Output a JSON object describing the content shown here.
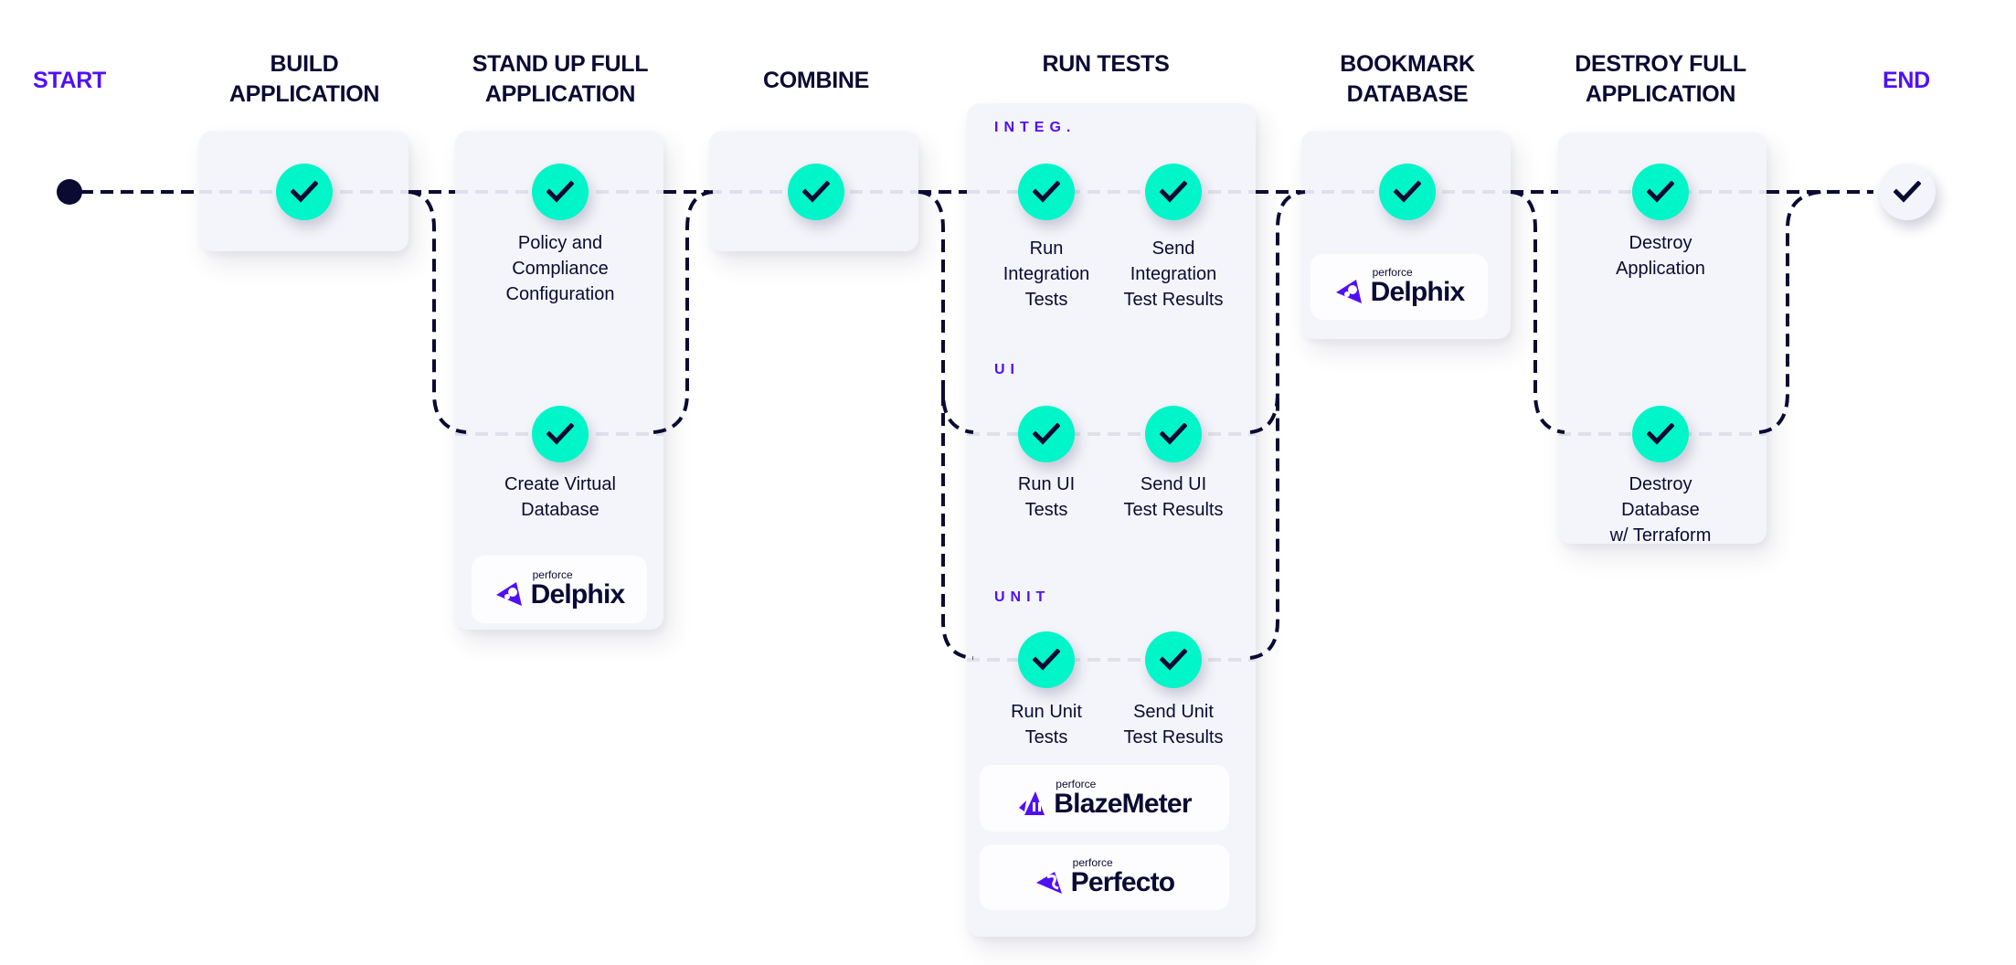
{
  "colors": {
    "accent": "#5010f5",
    "ink": "#0b0a33",
    "success": "#00f5c8",
    "card": "#f4f5fa",
    "rail_light": "#dfe0ea"
  },
  "terminals": {
    "start": "START",
    "end": "END"
  },
  "stages": [
    {
      "id": "build",
      "title": [
        "BUILD",
        "APPLICATION"
      ]
    },
    {
      "id": "standup",
      "title": [
        "STAND UP FULL",
        "APPLICATION"
      ]
    },
    {
      "id": "combine",
      "title": [
        "COMBINE"
      ]
    },
    {
      "id": "runtests",
      "title": [
        "RUN TESTS"
      ]
    },
    {
      "id": "bookmark",
      "title": [
        "BOOKMARK",
        "DATABASE"
      ]
    },
    {
      "id": "destroy",
      "title": [
        "DESTROY FULL",
        "APPLICATION"
      ]
    }
  ],
  "steps": {
    "build": {
      "status": "success"
    },
    "policy": {
      "label": [
        "Policy and",
        "Compliance",
        "Configuration"
      ],
      "status": "success"
    },
    "create_vdb": {
      "label": [
        "Create Virtual",
        "Database"
      ],
      "status": "success"
    },
    "combine": {
      "status": "success"
    },
    "run_integ": {
      "label": [
        "Run",
        "Integration",
        "Tests"
      ],
      "status": "success"
    },
    "send_integ": {
      "label": [
        "Send",
        "Integration",
        "Test Results"
      ],
      "status": "success"
    },
    "run_ui": {
      "label": [
        "Run UI",
        "Tests"
      ],
      "status": "success"
    },
    "send_ui": {
      "label": [
        "Send UI",
        "Test Results"
      ],
      "status": "success"
    },
    "run_unit": {
      "label": [
        "Run Unit",
        "Tests"
      ],
      "status": "success"
    },
    "send_unit": {
      "label": [
        "Send Unit",
        "Test Results"
      ],
      "status": "success"
    },
    "bookmark": {
      "status": "success"
    },
    "destroy_app": {
      "label": [
        "Destroy",
        "Application"
      ],
      "status": "success"
    },
    "destroy_db": {
      "label": [
        "Destroy",
        "Database",
        "w/ Terraform"
      ],
      "status": "success"
    },
    "end": {
      "status": "complete"
    }
  },
  "groups": {
    "integ": "INTEG.",
    "ui": "UI",
    "unit": "UNIT"
  },
  "logos": {
    "delphix_1": {
      "brand": "perforce",
      "product": "Delphix",
      "icon": "delphix-logo-icon"
    },
    "delphix_2": {
      "brand": "perforce",
      "product": "Delphix",
      "icon": "delphix-logo-icon"
    },
    "blazemeter": {
      "brand": "perforce",
      "product": "BlazeMeter",
      "icon": "blazemeter-logo-icon"
    },
    "perfecto": {
      "brand": "perforce",
      "product": "Perfecto",
      "icon": "perfecto-logo-icon"
    }
  }
}
